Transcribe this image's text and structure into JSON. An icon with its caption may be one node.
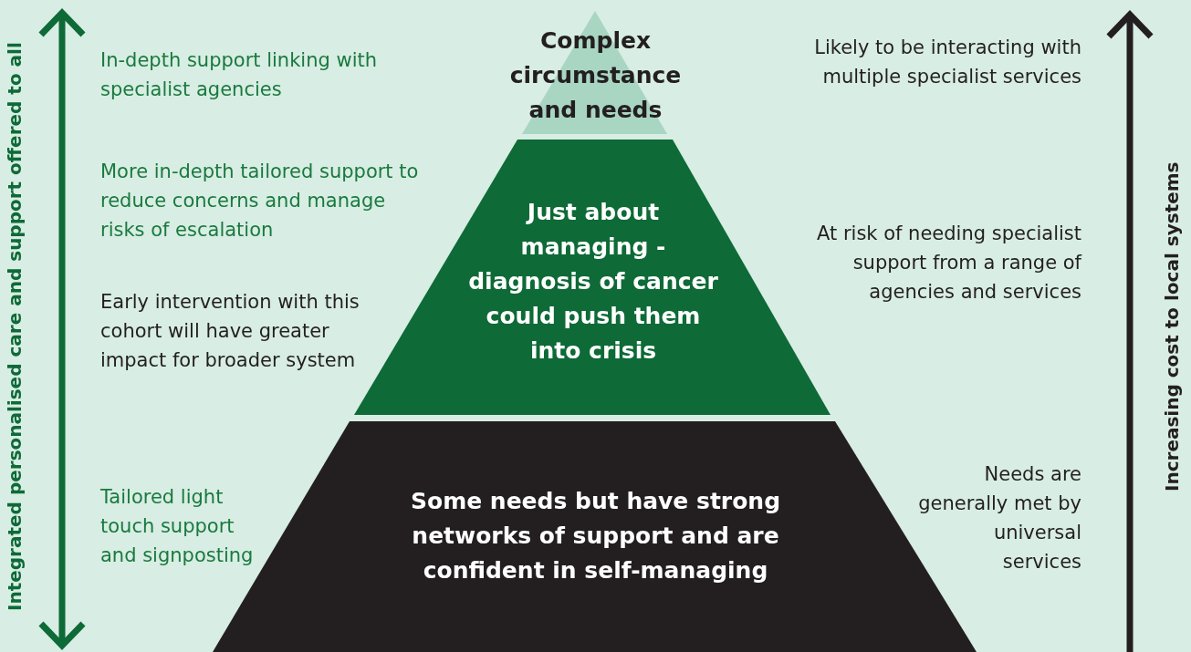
{
  "diagram": {
    "nodes": [
      {
        "text": [
          "Complex circumstance and needs"
        ]
      },
      {
        "text": [
          "Just about managing - diagnosis of cancer could push them into crisis"
        ]
      },
      {
        "text": [
          "Some needs but have strong networks of support and are confident in self-managing"
        ]
      }
    ],
    "labels": [
      "Integrated personalised care and support offered to all",
      "In-depth support linking with specialist agencies",
      "Likely to be interacting with multiple specialist services",
      "More in-depth tailored support to reduce concerns and manage risks of escalation",
      "At risk of needing specialist support from a range of agencies and services",
      "Early intervention with this cohort will have greater impact for broader system",
      "Increasing cost to local systems",
      "Tailored light touch support and signposting",
      "Needs are generally met by universal services"
    ]
  }
}
